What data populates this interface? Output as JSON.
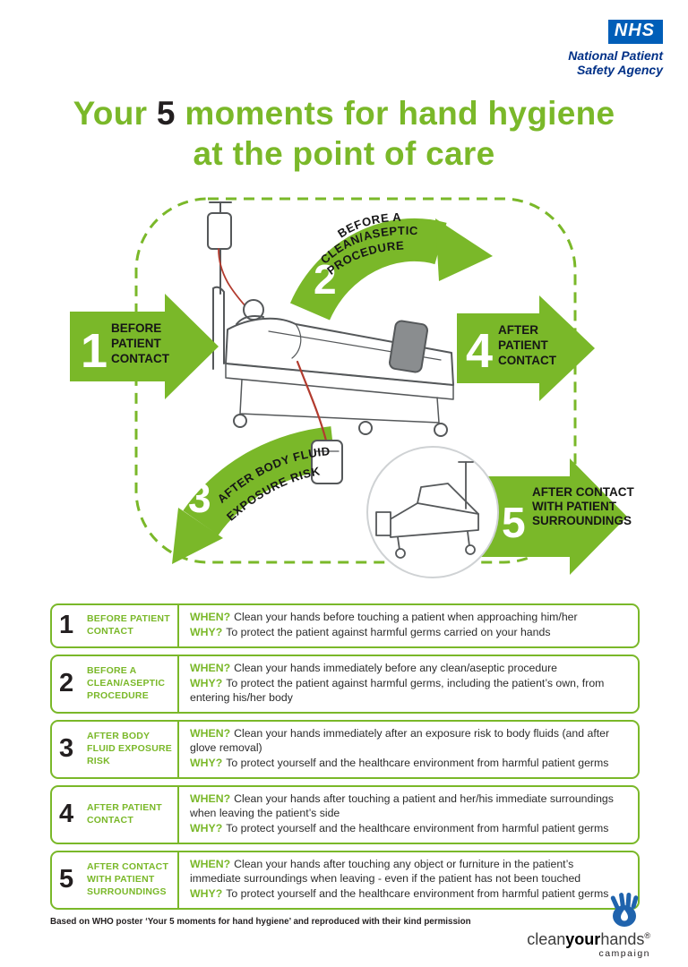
{
  "colors": {
    "green": "#7ab829",
    "nhs_blue": "#005EB8",
    "agency_navy": "#003087",
    "text_dark": "#231f20",
    "campaign_blue": "#1f63ad"
  },
  "header": {
    "nhs_logo": "NHS",
    "agency_line1": "National Patient",
    "agency_line2": "Safety Agency"
  },
  "title": {
    "part1": "Your",
    "number": "5",
    "part2": "moments for hand hygiene",
    "line2": "at the point of care"
  },
  "diagram": {
    "nums": [
      "1",
      "2",
      "3",
      "4",
      "5"
    ],
    "m1": [
      "BEFORE",
      "PATIENT",
      "CONTACT"
    ],
    "m2": [
      "BEFORE A",
      "CLEAN/ASEPTIC",
      "PROCEDURE"
    ],
    "m3": [
      "AFTER BODY FLUID",
      "EXPOSURE RISK"
    ],
    "m4": [
      "AFTER",
      "PATIENT",
      "CONTACT"
    ],
    "m5": [
      "AFTER CONTACT",
      "WITH PATIENT",
      "SURROUNDINGS"
    ]
  },
  "table": {
    "when_label": "WHEN?",
    "why_label": "WHY?",
    "rows": [
      {
        "num": "1",
        "label": "BEFORE PATIENT CONTACT",
        "when": "Clean your hands before touching a patient when approaching him/her",
        "why": "To protect the patient against harmful germs carried on your hands"
      },
      {
        "num": "2",
        "label": "BEFORE A CLEAN/ASEPTIC PROCEDURE",
        "when": "Clean your hands immediately before any clean/aseptic procedure",
        "why": "To protect the patient against harmful germs, including the patient’s own, from entering his/her body"
      },
      {
        "num": "3",
        "label": "AFTER BODY FLUID EXPOSURE RISK",
        "when": "Clean your hands immediately after an exposure risk to body fluids (and after glove removal)",
        "why": "To protect yourself and the healthcare environment from harmful patient germs"
      },
      {
        "num": "4",
        "label": "AFTER PATIENT CONTACT",
        "when": "Clean your hands after touching a patient and her/his immediate surroundings when leaving the patient’s side",
        "why": "To protect yourself and the healthcare environment from harmful patient germs"
      },
      {
        "num": "5",
        "label": "AFTER CONTACT WITH PATIENT SURROUNDINGS",
        "when": "Clean your hands after touching any object or furniture in the patient’s immediate surroundings when leaving - even if the patient has not been touched",
        "why": "To protect yourself and the healthcare environment from harmful patient germs"
      }
    ]
  },
  "footer": {
    "note": "Based on WHO poster ‘Your 5 moments for hand hygiene’ and reproduced with their kind permission",
    "campaign": {
      "clean": "clean",
      "your": "your",
      "hands": "hands",
      "reg": "®",
      "sub": "campaign"
    }
  }
}
